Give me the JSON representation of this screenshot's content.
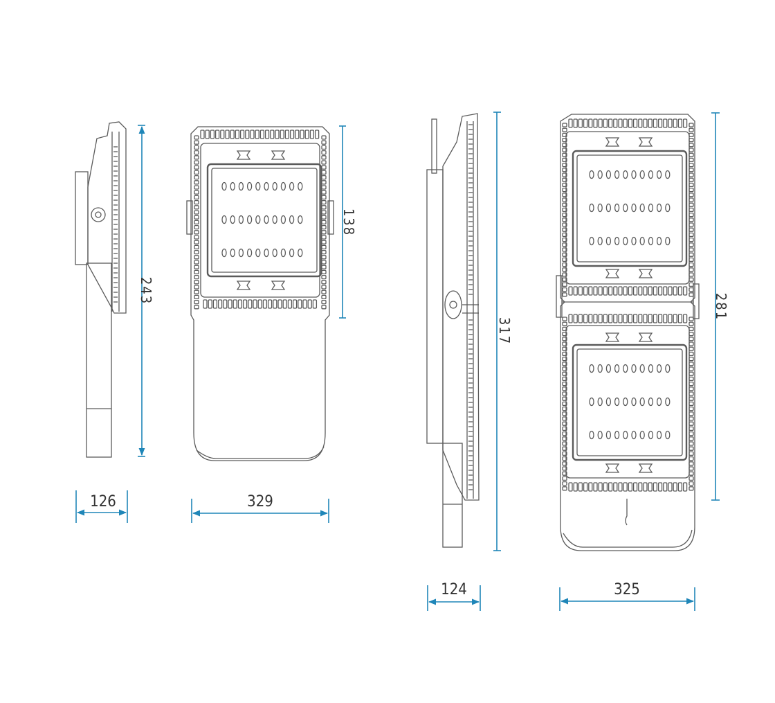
{
  "colors": {
    "line": "#5a5a5a",
    "dimension": "#1f86b8",
    "background": "#ffffff",
    "text": "#333333"
  },
  "single_unit": {
    "side_width": "126",
    "front_width": "329",
    "total_height": "243",
    "panel_height": "138"
  },
  "double_unit": {
    "side_width": "124",
    "front_width": "325",
    "total_height": "317",
    "panel_height": "281"
  }
}
